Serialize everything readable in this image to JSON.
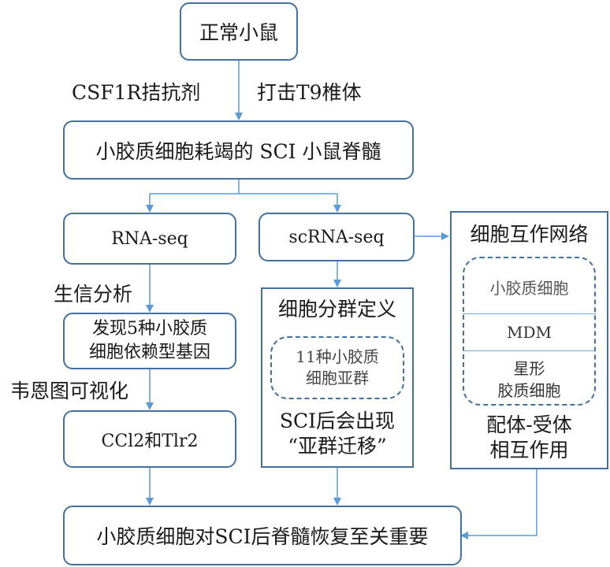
{
  "nodes": {
    "normal_mice": "正常小鼠",
    "depleted_sci": "小胶质细胞耗竭的 SCI 小鼠脊髓",
    "rnaseq": "RNA-seq",
    "scrnaseq": "scRNA-seq",
    "found_genes_line1": "发现5种小胶质",
    "found_genes_line2": "细胞依赖型基因",
    "genes": "CCl2和Tlr2",
    "conclusion": "小胶质细胞对SCI后脊髓恢复至关重要"
  },
  "edge_labels": {
    "csf1r": "CSF1R拮抗剂",
    "strike": "打击T9椎体",
    "bioinfo": "生信分析",
    "venn": "韦恩图可视化"
  },
  "cluster_panel": {
    "title": "细胞分群定义",
    "dashed_line1": "11种小胶质",
    "dashed_line2": "细胞亚群",
    "note_line1": "SCI后会出现",
    "note_line2": "“亚群迁移”"
  },
  "network_panel": {
    "title": "细胞互作网络",
    "cell1": "小胶质细胞",
    "cell2": "MDM",
    "cell3_line1": "星形",
    "cell3_line2": "胶质细胞",
    "note_line1": "配体-受体",
    "note_line2": "相互作用"
  },
  "colors": {
    "border": "#41719c",
    "arrow": "#5b9bd5"
  }
}
